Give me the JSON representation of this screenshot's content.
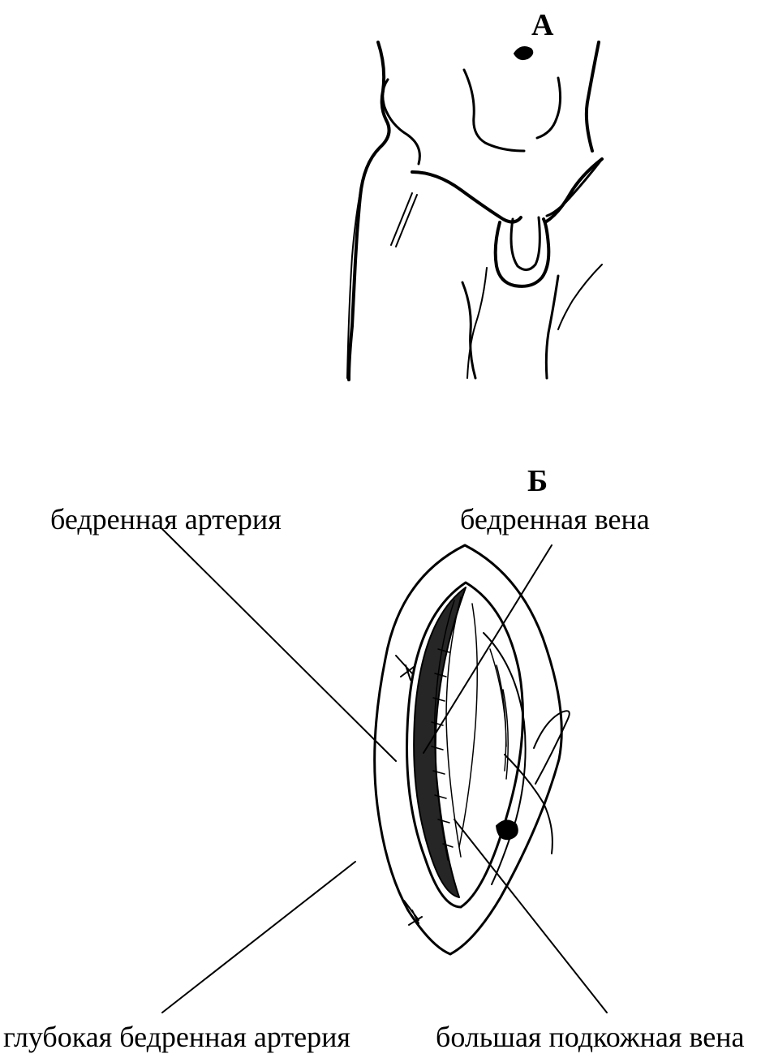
{
  "panels": {
    "a": "А",
    "b": "Б"
  },
  "labels": {
    "femoral_artery": "бедренная артерия",
    "femoral_vein": "бедренная вена",
    "deep_femoral_artery": "глубокая бедренная артерия",
    "great_saphenous_vein": "большая подкожная вена"
  },
  "colors": {
    "ink": "#000000",
    "background": "#ffffff"
  }
}
